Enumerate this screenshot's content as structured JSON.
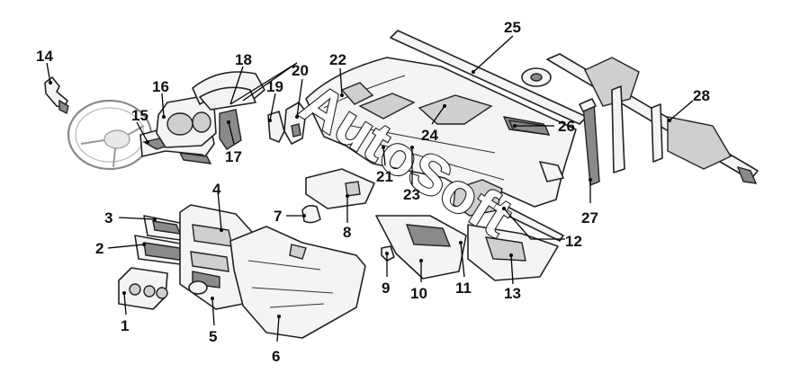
{
  "diagram": {
    "callouts": [
      {
        "id": "1",
        "label": "1"
      },
      {
        "id": "2",
        "label": "2"
      },
      {
        "id": "3",
        "label": "3"
      },
      {
        "id": "4",
        "label": "4"
      },
      {
        "id": "5",
        "label": "5"
      },
      {
        "id": "6",
        "label": "6"
      },
      {
        "id": "7",
        "label": "7"
      },
      {
        "id": "8",
        "label": "8"
      },
      {
        "id": "9",
        "label": "9"
      },
      {
        "id": "10",
        "label": "10"
      },
      {
        "id": "11",
        "label": "11"
      },
      {
        "id": "12",
        "label": "12"
      },
      {
        "id": "13",
        "label": "13"
      },
      {
        "id": "14",
        "label": "14"
      },
      {
        "id": "15",
        "label": "15"
      },
      {
        "id": "16",
        "label": "16"
      },
      {
        "id": "17",
        "label": "17"
      },
      {
        "id": "18",
        "label": "18"
      },
      {
        "id": "19",
        "label": "19"
      },
      {
        "id": "20",
        "label": "20"
      },
      {
        "id": "21",
        "label": "21"
      },
      {
        "id": "22",
        "label": "22"
      },
      {
        "id": "23",
        "label": "23"
      },
      {
        "id": "24",
        "label": "24"
      },
      {
        "id": "25",
        "label": "25"
      },
      {
        "id": "26",
        "label": "26"
      },
      {
        "id": "27",
        "label": "27"
      },
      {
        "id": "28",
        "label": "28"
      }
    ],
    "watermark": {
      "text": "AutoSoft"
    }
  }
}
